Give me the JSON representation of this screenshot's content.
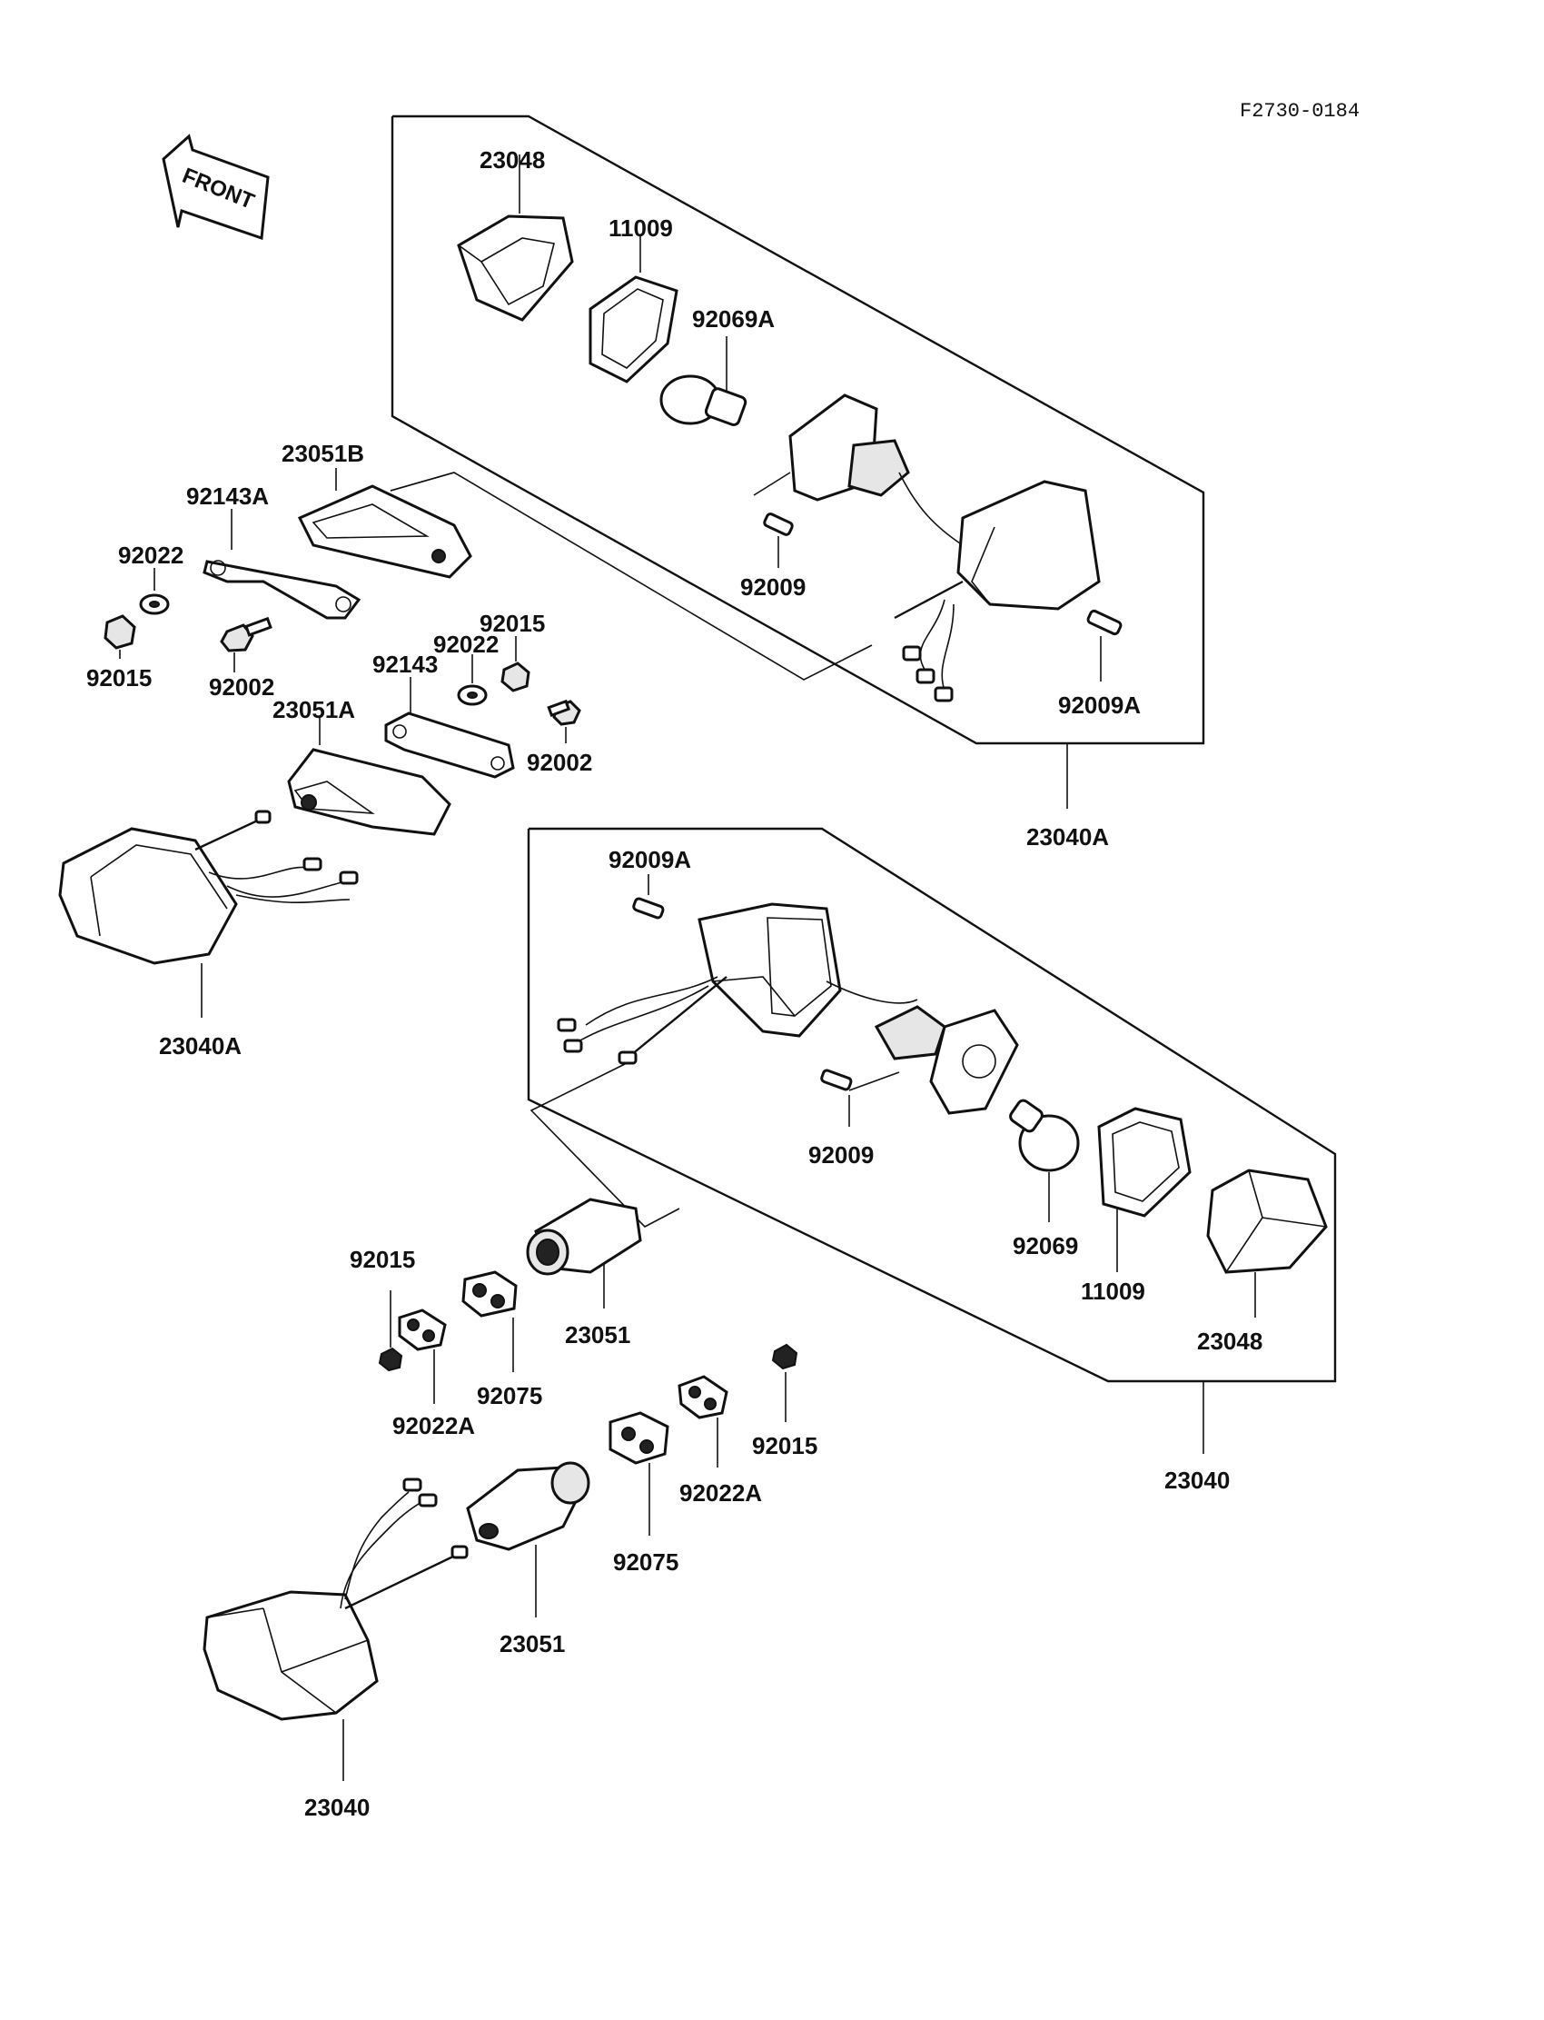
{
  "figure_code": "F2730-0184",
  "front_arrow_label": "FRONT",
  "labels": {
    "rear_assembly_lens": "23048",
    "rear_assembly_gasket": "11009",
    "rear_assembly_bulb": "92069A",
    "rear_assembly_screw_inner": "92009",
    "rear_assembly_screw_outer": "92009A",
    "rear_assembly_number": "23040A",
    "bracket_upper": "23051B",
    "plate_upper": "92143A",
    "washer_upper": "92022",
    "nut_upper": "92015",
    "bolt_upper": "92002",
    "nut_mid": "92015",
    "washer_mid": "92022",
    "plate_mid": "92143",
    "bracket_lower": "23051A",
    "bolt_mid": "92002",
    "signal_left_standalone": "23040A",
    "front_assembly_screw_top": "92009A",
    "front_assembly_screw_inner": "92009",
    "front_assembly_bulb": "92069",
    "front_assembly_gasket": "11009",
    "front_assembly_lens": "23048",
    "front_assembly_number": "23040",
    "nut_left": "92015",
    "washer_left": "92022A",
    "grommet_left": "92075",
    "holder_upper": "23051",
    "grommet_right": "92075",
    "washer_right": "92022A",
    "nut_right": "92015",
    "holder_lower": "23051",
    "signal_bottom_standalone": "23040"
  }
}
